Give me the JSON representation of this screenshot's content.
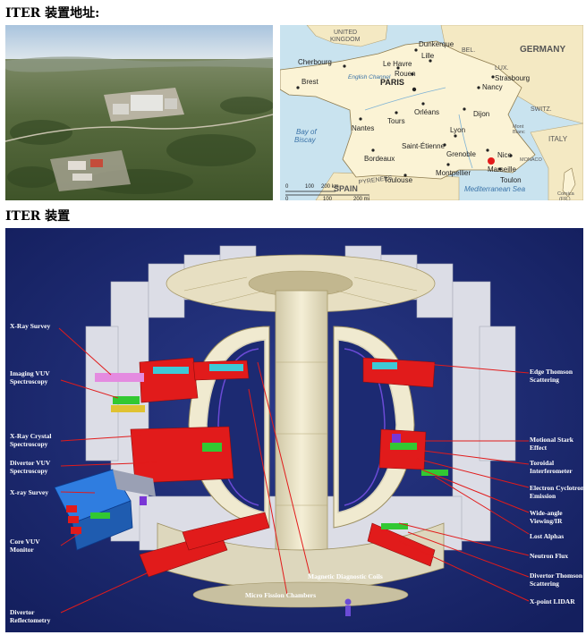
{
  "headings": {
    "site": "ITER 装置地址:",
    "device": "ITER 装置"
  },
  "map": {
    "countries": [
      "UNITED KINGDOM",
      "BEL.",
      "GERMANY",
      "LUX.",
      "SWITZ.",
      "ITALY",
      "SPAIN",
      "MONACO"
    ],
    "cities": [
      "Dunkerque",
      "Lille",
      "Cherbourg",
      "Le Havre",
      "Rouen",
      "Strasbourg",
      "Brest",
      "PARIS",
      "Orléans",
      "Nancy",
      "Nantes",
      "Tours",
      "Dijon",
      "Lyon",
      "Saint-Étienne",
      "Grenoble",
      "Bordeaux",
      "Toulouse",
      "Montpellier",
      "Nice",
      "Marseille",
      "Toulon"
    ],
    "water": [
      "English Channel",
      "Bay of Biscay",
      "Mediterranean Sea"
    ],
    "features": [
      "PYRENEES",
      "Mont Blanc",
      "Corsica (FR.)"
    ],
    "scale": {
      "km": [
        "0",
        "100",
        "200 km"
      ],
      "mi": [
        "0",
        "100",
        "200 mi"
      ]
    }
  },
  "diagram": {
    "labels_left": [
      "X-Ray Survey",
      "Imaging VUV\nSpectroscopy",
      "X-Ray Crystal\nSpectroscopy",
      "Divertor VUV\nSpectroscopy",
      "X-ray Survey",
      "Core VUV\nMonitor",
      "Divertor\nReflectometry"
    ],
    "labels_right": [
      "Edge Thomson\nScattering",
      "Motional Stark\nEffect",
      "Toroidal\nInterferometer",
      "Electron Cyclotron\nEmission",
      "Wide-angle\nViewing/IR",
      "Lost Alphas",
      "Neutron Flux",
      "Divertor Thomson\nScattering",
      "X-point LIDAR"
    ],
    "labels_bottom": [
      "Magnetic Diagnostic Coils",
      "Micro Fission Chambers"
    ],
    "colors": {
      "background": "#1c2a72",
      "callout": "#e11b1b",
      "structure": "#e8e2c8",
      "shell": "#d9dbe3"
    }
  }
}
